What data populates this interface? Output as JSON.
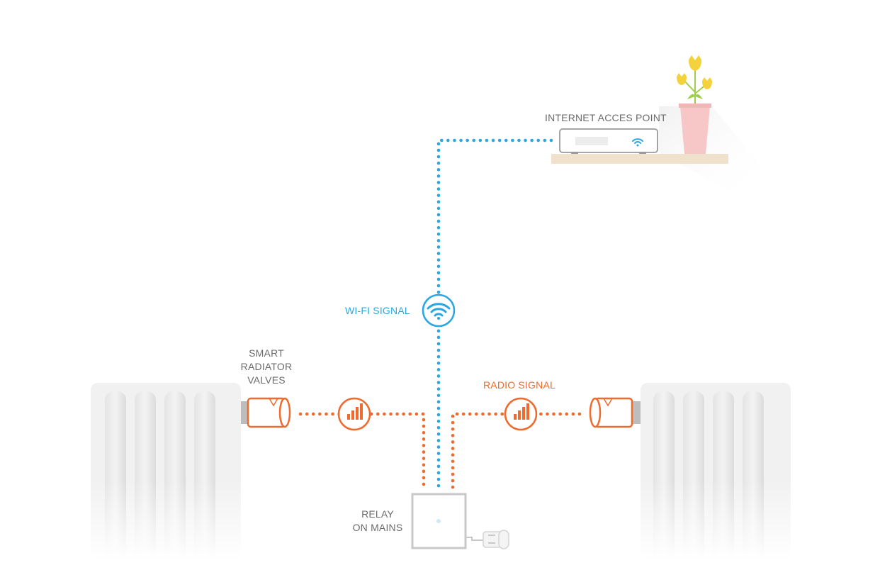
{
  "labels": {
    "internet_access_point": "INTERNET ACCES POINT",
    "wifi_signal": "WI-FI SIGNAL",
    "smart_radiator_valves": [
      "SMART",
      "RADIATOR",
      "VALVES"
    ],
    "radio_signal": "RADIO SIGNAL",
    "relay_on_mains": [
      "RELAY",
      "ON MAINS"
    ]
  },
  "colors": {
    "wifi": "#2aa7e3",
    "radio": "#ef6a2c",
    "label": "#6b6b6b",
    "flower": "#f4d23c",
    "leaf": "#9fcf4a",
    "pot": "#f7c6c6",
    "shelf": "#efe1cc"
  },
  "icons": {
    "wifi_badge": "wifi-icon",
    "radio_badge": "signal-bars-icon",
    "router": "router-icon",
    "relay": "relay-box-icon",
    "plug": "plug-icon",
    "radiator": "radiator-icon",
    "valve": "thermostatic-valve-icon",
    "plant": "flower-pot-icon"
  }
}
